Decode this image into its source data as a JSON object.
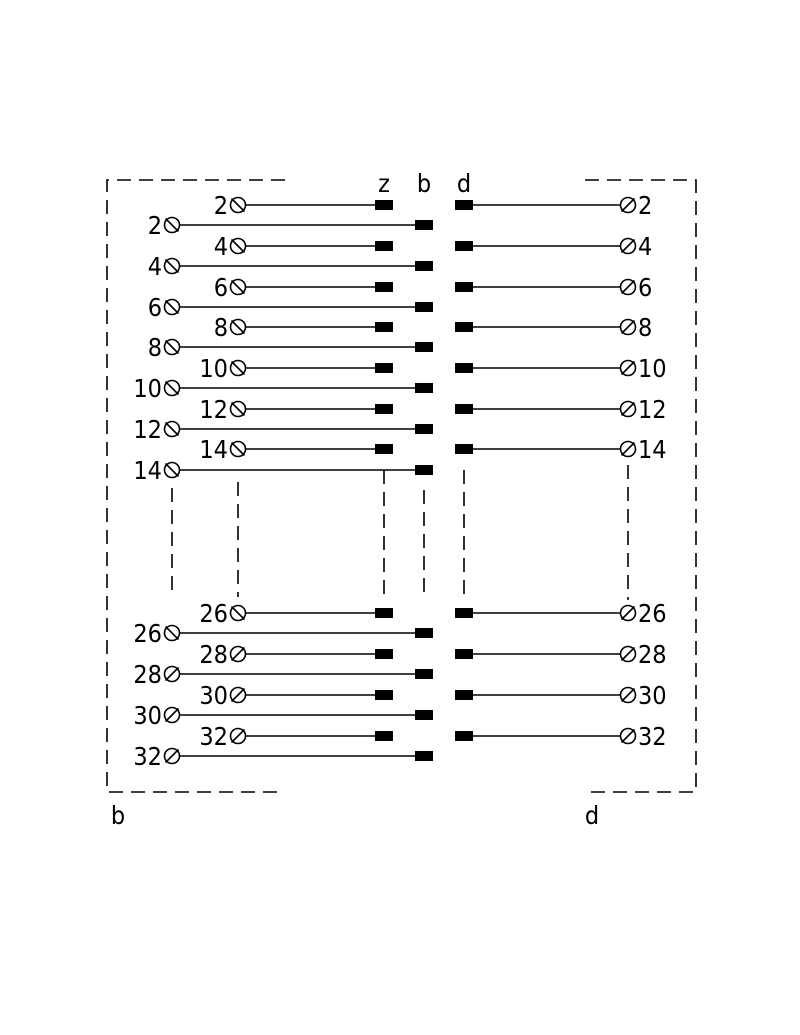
{
  "column_labels": {
    "z": "z",
    "b": "b",
    "d": "d"
  },
  "block_labels": {
    "left": "b",
    "right": "d"
  },
  "connections": {
    "z": [
      "2",
      "4",
      "6",
      "8",
      "10",
      "12",
      "14",
      "26",
      "28",
      "30",
      "32"
    ],
    "b": [
      "2",
      "4",
      "6",
      "8",
      "10",
      "12",
      "14",
      "26",
      "28",
      "30",
      "32"
    ],
    "d": [
      "2",
      "4",
      "6",
      "8",
      "10",
      "12",
      "14",
      "26",
      "28",
      "30",
      "32"
    ]
  }
}
